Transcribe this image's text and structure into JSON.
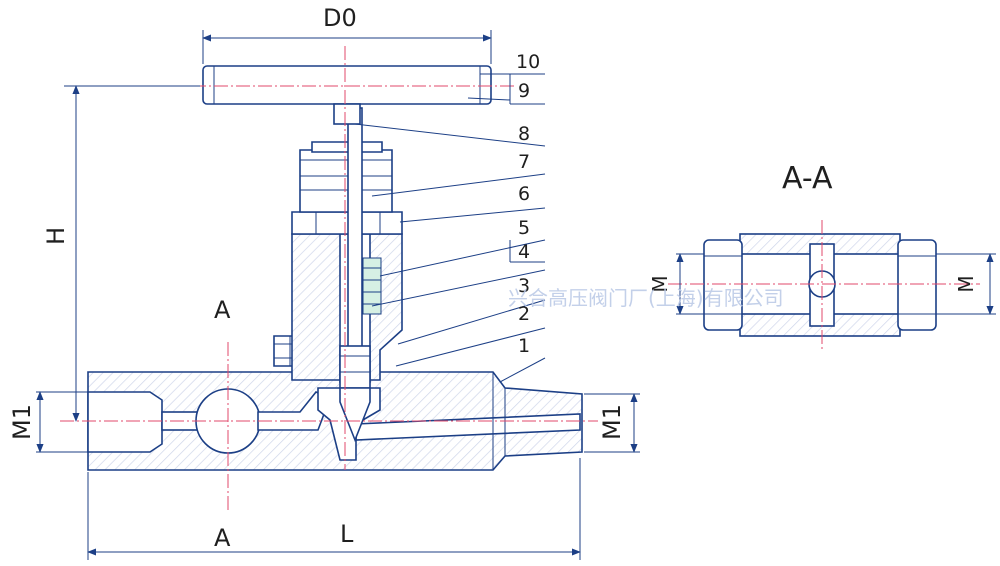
{
  "labels": {
    "d0": "D0",
    "h": "H",
    "l": "L",
    "m1_left": "M1",
    "m1_right": "M1",
    "section_a_top": "A",
    "section_a_bottom": "A",
    "section_title": "A-A",
    "m_left": "M",
    "m_right": "M"
  },
  "part_numbers": [
    "1",
    "2",
    "3",
    "4",
    "5",
    "6",
    "7",
    "8",
    "9",
    "10"
  ],
  "watermark": "兴合高压阀门厂(上海)有限公司",
  "colors": {
    "outline": "#1c3f86",
    "centerline": "#e2486b",
    "hatch": "#cfd6ea",
    "packing": "#d6f0e4"
  }
}
